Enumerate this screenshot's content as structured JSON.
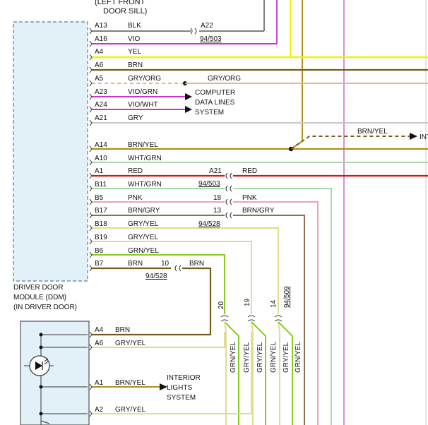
{
  "labels": {
    "left_front_line1": "(LEFT FRONT",
    "left_front_line2": "DOOR SILL)",
    "ddm_line1": "DRIVER DOOR",
    "ddm_line2": "MODULE (DDM)",
    "ddm_line3": "(IN DRIVER DOOR)",
    "computer_line1": "COMPUTER",
    "computer_line2": "DATA LINES",
    "computer_line3": "SYSTEM",
    "interior_line1": "INTERIOR",
    "interior_line2": "LIGHTS",
    "interior_line3": "SYSTEM",
    "int_right": "INT"
  },
  "pins": [
    {
      "pin": "A13",
      "wire": "BLK"
    },
    {
      "pin": "A16",
      "wire": "VIO"
    },
    {
      "pin": "A4",
      "wire": "YEL"
    },
    {
      "pin": "A6",
      "wire": "BRN"
    },
    {
      "pin": "A5",
      "wire": "GRY/ORG"
    },
    {
      "pin": "A23",
      "wire": "VIO/GRN"
    },
    {
      "pin": "A24",
      "wire": "VIO/WHT"
    },
    {
      "pin": "A21",
      "wire": "GRY"
    },
    {
      "pin": "A14",
      "wire": "BRN/YEL"
    },
    {
      "pin": "A10",
      "wire": "WHT/GRN"
    },
    {
      "pin": "A1",
      "wire": "RED"
    },
    {
      "pin": "B11",
      "wire": "WHT/GRN"
    },
    {
      "pin": "B5",
      "wire": "PNK"
    },
    {
      "pin": "B17",
      "wire": "BRN/GRY"
    },
    {
      "pin": "B18",
      "wire": "GRY/YEL"
    },
    {
      "pin": "B19",
      "wire": "GRY/YEL"
    },
    {
      "pin": "B6",
      "wire": "GRN/YEL"
    },
    {
      "pin": "B7",
      "wire": "BRN"
    }
  ],
  "connectors": {
    "a22": "A22",
    "c94_503_top": "94/503",
    "a21_conn": "A21",
    "c94_503_mid": "94/503",
    "c18": "18",
    "c13": "13",
    "c94_528_mid": "94/528",
    "c10": "10",
    "c94_528_low": "94/528",
    "c20": "20",
    "c19": "19",
    "c14": "14",
    "c94_509": "94/509"
  },
  "right_wires": {
    "gry_org": "GRY/ORG",
    "brn_yel": "BRN/YEL",
    "red": "RED",
    "pnk": "PNK",
    "brn_gry": "BRN/GRY",
    "brn": "BRN"
  },
  "bottom_module_pins": [
    {
      "pin": "A4",
      "wire": "BRN"
    },
    {
      "pin": "A6",
      "wire": "GRY/YEL"
    },
    {
      "pin": "A1",
      "wire": "BRN/YEL"
    },
    {
      "pin": "A2",
      "wire": "GRY/YEL"
    }
  ],
  "vertical_wires": [
    "GRN/YEL",
    "GRY/YEL",
    "GRY/YEL",
    "GRN/YEL",
    "GRY/YEL",
    "GRN/YEL"
  ],
  "colors": {
    "blk": "#555555",
    "vio": "#cc33cc",
    "yel": "#f2f200",
    "brn": "#7a5a1a",
    "gry_org": "#f0b090",
    "gry": "#c8c8c8",
    "brn_yel": "#b09020",
    "wht_grn": "#a8d8a8",
    "red": "#dd1111",
    "pnk": "#f0a0c0",
    "brn_gry": "#8a7050",
    "gry_yel": "#e0dc90",
    "grn_yel": "#88cc22",
    "module_fill": "#e2f0f8"
  }
}
